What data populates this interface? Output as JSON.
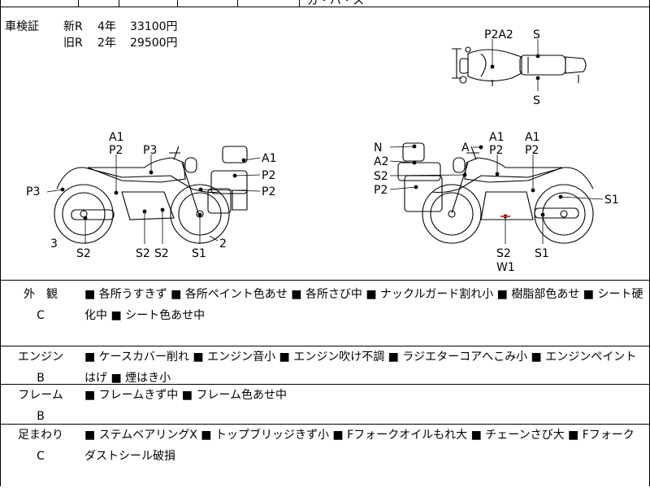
{
  "header_fragment": "ガ・バ・ス",
  "inspection": {
    "label": "車検証",
    "rows": [
      {
        "type": "新R",
        "years": "4年",
        "price": "33100円"
      },
      {
        "type": "旧R",
        "years": "2年",
        "price": "29500円"
      }
    ]
  },
  "diagram_labels": {
    "top_view": [
      "P2A2",
      "S",
      "S"
    ],
    "left_view": [
      "A1",
      "P2",
      "P3",
      "A1",
      "P2",
      "P2",
      "P3",
      "3",
      "S2",
      "S2",
      "S2",
      "S1",
      "2"
    ],
    "right_view": [
      "N",
      "A2",
      "S2",
      "P2",
      "A",
      "A1",
      "P2",
      "A1",
      "P2",
      "S1",
      "S2",
      "W1",
      "S1"
    ]
  },
  "conditions": [
    {
      "category": "外　観",
      "grade": "C",
      "text": "■ 各所うすきず ■ 各所ペイント色あせ ■ 各所さび中 ■ ナックルガード割れ小 ■ 樹脂部色あせ ■ シート硬化中 ■ シート色あせ中"
    },
    {
      "category": "エンジン",
      "grade": "B",
      "text": "■ ケースカバー削れ ■ エンジン音小 ■ エンジン吹け不調 ■ ラジエターコアへこみ小 ■ エンジンペイントはげ ■ 煙はき小"
    },
    {
      "category": "フレーム",
      "grade": "B",
      "text": "■ フレームきず中 ■ フレーム色あせ中"
    },
    {
      "category": "足まわり",
      "grade": "C",
      "text": "■ ステムベアリングX ■ トップブリッジきず小 ■ Fフォークオイルもれ大 ■ チェーンさび大 ■ Fフォークダストシール破損"
    }
  ]
}
